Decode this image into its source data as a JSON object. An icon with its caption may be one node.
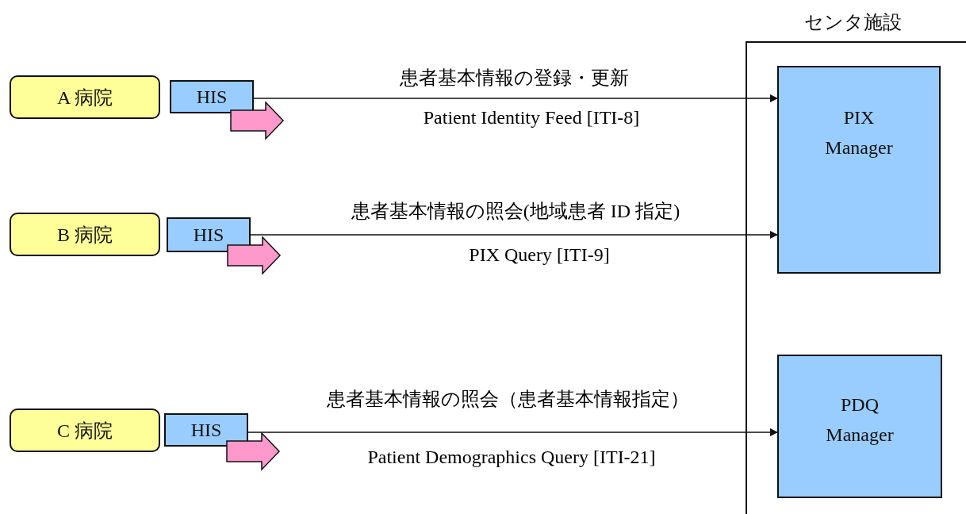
{
  "diagram": {
    "nodes": [
      {
        "text": [
          "A 病院"
        ]
      },
      {
        "text": [
          "HIS"
        ]
      },
      {
        "text": [
          "B 病院"
        ]
      },
      {
        "text": [
          "HIS"
        ]
      },
      {
        "text": [
          "C 病院"
        ]
      },
      {
        "text": [
          "HIS"
        ]
      },
      {
        "text": [
          "センタ施設"
        ]
      },
      {
        "text": [
          "PIX Manager"
        ],
        "in": 6
      },
      {
        "text": [
          "PDQ Manager"
        ],
        "in": 6
      }
    ],
    "edges": [
      {
        "from": 1,
        "to": 7,
        "arrow": "to",
        "label": "患者基本情報の登録・更新"
      },
      {
        "from": 3,
        "to": 7,
        "arrow": "to",
        "label": "患者基本情報の照会(地域患者 ID 指定)"
      },
      {
        "from": 5,
        "to": 8,
        "arrow": "to",
        "label": "患者基本情報の照会（患者基本情報指定）"
      }
    ],
    "labels": [
      "Patient Identity Feed [ITI-8]",
      "PIX Query [ITI-9]",
      "Patient Demographics Query [ITI-21]"
    ]
  }
}
